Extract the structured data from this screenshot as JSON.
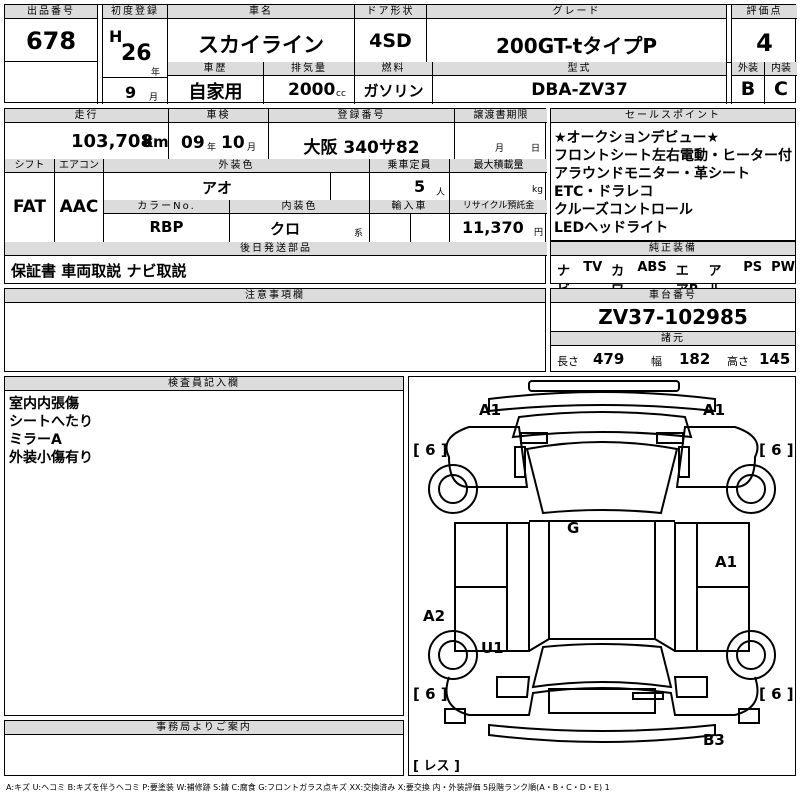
{
  "top": {
    "lot_label": "出品番号",
    "lot": "678",
    "first_reg_label": "初度登録",
    "era": "H",
    "year": "26",
    "year_unit": "年",
    "month": "9",
    "month_unit": "月",
    "car_name_label": "車名",
    "car_name": "スカイライン",
    "door_label": "ドア形状",
    "door": "4SD",
    "grade_label": "グレード",
    "grade": "200GT-tタイプP",
    "score_label": "評価点",
    "score": "4",
    "history_label": "車歴",
    "history": "自家用",
    "displacement_label": "排気量",
    "displacement": "2000",
    "displacement_unit": "cc",
    "fuel_label": "燃料",
    "fuel": "ガソリン",
    "model_label": "型式",
    "model": "DBA-ZV37",
    "ext_label": "外装",
    "ext": "B",
    "int_label": "内装",
    "int": "C"
  },
  "mid": {
    "mileage_label": "走行",
    "mileage": "103,708",
    "mileage_unit": "km",
    "inspection_label": "車検",
    "insp_year": "09",
    "insp_year_unit": "年",
    "insp_month": "10",
    "insp_month_unit": "月",
    "plate_label": "登録番号",
    "plate": "大阪 340サ82",
    "transfer_label": "譲渡書期限",
    "transfer_month_unit": "月",
    "transfer_day_unit": "日",
    "shift_label": "シフト",
    "shift": "FAT",
    "ac_label": "エアコン",
    "ac": "AAC",
    "color_label": "外装色",
    "color": "アオ",
    "capacity_label": "乗車定員",
    "capacity": "5",
    "capacity_unit": "人",
    "load_label": "最大積載量",
    "load_unit": "kg",
    "colorno_label": "カラーNo.",
    "colorno": "RBP",
    "interior_label": "内装色",
    "interior": "クロ",
    "interior_unit": "系",
    "import_label": "輸入車",
    "recycle_label": "リサイクル預託金",
    "recycle": "11,370",
    "recycle_unit": "円",
    "docs_label": "後日発送部品",
    "docs": "保証書 車両取説 ナビ取説",
    "notes_label": "注意事項欄"
  },
  "sales": {
    "label": "セールスポイント",
    "lines": [
      "★オークションデビュー★",
      "フロントシート左右電動・ヒーター付",
      "アラウンドモニター・革シート",
      "ETC・ドラレコ",
      "クルーズコントロール",
      "LEDヘッドライト"
    ]
  },
  "equip": {
    "label": "純正装備",
    "items": [
      "ナビ",
      "TV",
      "カワ",
      "ABS",
      "エアB",
      "アルミ",
      "PS",
      "PW"
    ]
  },
  "chassis": {
    "label": "車台番号",
    "number": "ZV37-102985",
    "spec_label": "諸元",
    "length_label": "長さ",
    "length": "479",
    "width_label": "幅",
    "width": "182",
    "height_label": "高さ",
    "height": "145"
  },
  "inspector": {
    "label": "検査員記入欄",
    "lines": [
      "室内内張傷",
      "シートへたり",
      "ミラーA",
      "外装小傷有り"
    ]
  },
  "office": {
    "label": "事務局よりご案内"
  },
  "diagram": {
    "marks": {
      "fl": "A1",
      "fr": "A1",
      "tl": "[ 6 ]",
      "tr": "[ 6 ]",
      "g": "G",
      "right_door": "A1",
      "left_rear": "A2",
      "left_wheel": "U1",
      "bl": "[ 6 ]",
      "br": "[ 6 ]",
      "rear": "B3",
      "less": "[ レス ]"
    }
  },
  "legend": "A:キズ U:ヘコミ B:キズを伴うヘコミ P:要塗装 W:補修跡 S:錆 C:腐食 G:フロントガラス点キズ XX:交換済み X:要交換 内・外装評価 5段階ランク順(A・B・C・D・E) 1"
}
